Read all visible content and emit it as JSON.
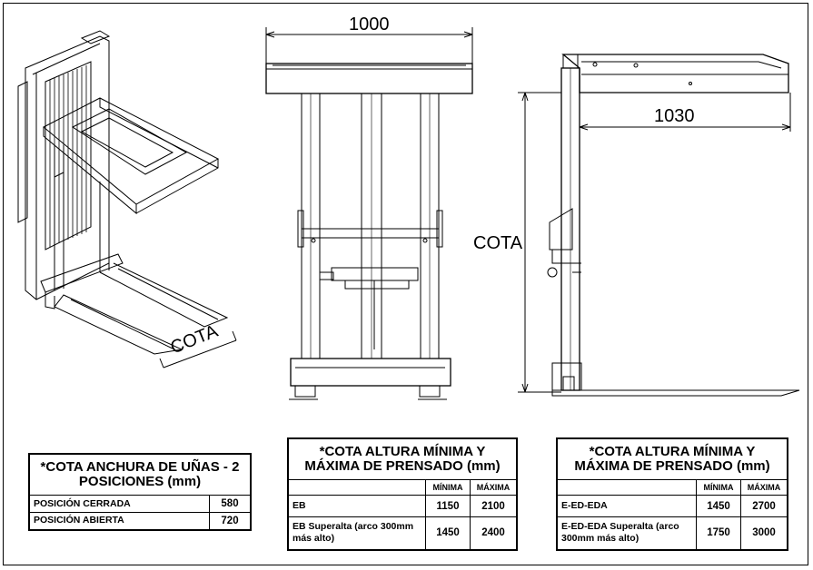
{
  "dimensions": {
    "top_width": "1000",
    "side_depth": "1030",
    "side_height": "COTA",
    "forks_length": "COTA"
  },
  "table_forks": {
    "title": "*COTA ANCHURA DE UÑAS - 2 POSICIONES (mm)",
    "rows": [
      {
        "label": "POSICIÓN CERRADA",
        "value": "580"
      },
      {
        "label": "POSICIÓN ABIERTA",
        "value": "720"
      }
    ]
  },
  "table_eb": {
    "title": "*COTA ALTURA MÍNIMA Y MÁXIMA DE PRENSADO (mm)",
    "col_min": "MÍNIMA",
    "col_max": "MÁXIMA",
    "rows": [
      {
        "label": "EB",
        "min": "1150",
        "max": "2100"
      },
      {
        "label": "EB Superalta (arco 300mm más alto)",
        "min": "1450",
        "max": "2400"
      }
    ]
  },
  "table_eda": {
    "title": "*COTA ALTURA MÍNIMA Y MÁXIMA DE PRENSADO (mm)",
    "col_min": "MÍNIMA",
    "col_max": "MÁXIMA",
    "rows": [
      {
        "label": "E-ED-EDA",
        "min": "1450",
        "max": "2700"
      },
      {
        "label": "E-ED-EDA Superalta (arco 300mm más alto)",
        "min": "1750",
        "max": "3000"
      }
    ]
  }
}
